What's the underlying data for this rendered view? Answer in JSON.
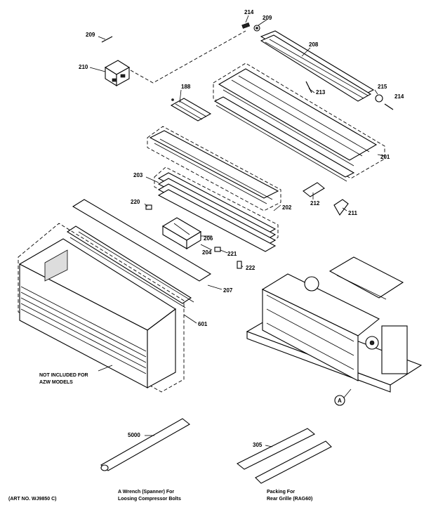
{
  "diagram": {
    "part_labels": {
      "p214a": "214",
      "p209a": "209",
      "p209b": "209",
      "p208": "208",
      "p210": "210",
      "p213": "213",
      "p215": "215",
      "p214b": "214",
      "p188": "188",
      "p201": "201",
      "p203": "203",
      "p202": "202",
      "p212": "212",
      "p220": "220",
      "p211": "211",
      "p206": "206",
      "p204": "204",
      "p221": "221",
      "p222": "222",
      "p207": "207",
      "p601": "601",
      "pA": "A",
      "p5000": "5000",
      "p305": "305"
    },
    "captions": {
      "not_included_1": "NOT INCLUDED FOR",
      "not_included_2": "AZW MODELS",
      "wrench_1": "A Wrench (Spanner) For",
      "wrench_2": "Loosing Compressor Bolts",
      "packing_1": "Packing For",
      "packing_2": "Rear Grille (RAG60)",
      "art_no": "(ART NO. WJ9850 C)"
    }
  }
}
